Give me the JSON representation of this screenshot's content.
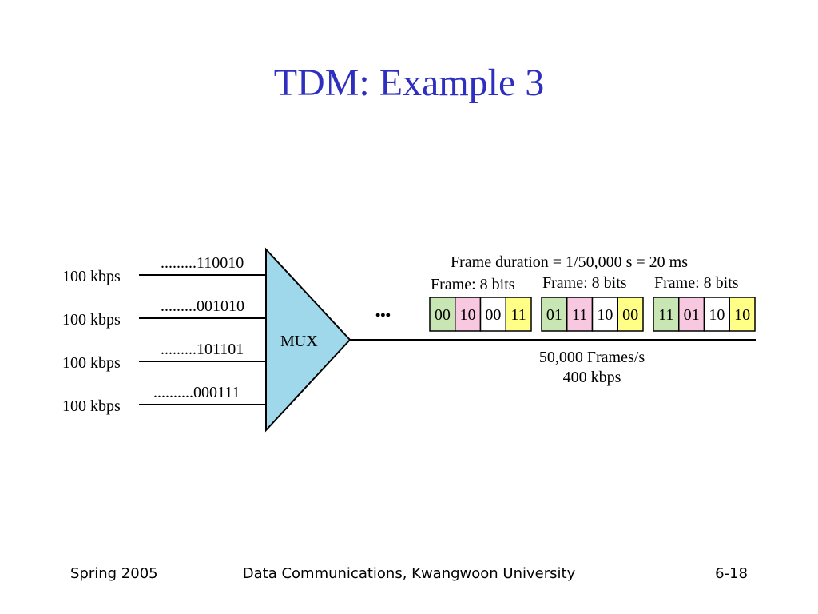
{
  "title": "TDM: Example 3",
  "inputs": [
    {
      "rate": "100 kbps",
      "bits": ".........110010"
    },
    {
      "rate": "100 kbps",
      "bits": ".........001010"
    },
    {
      "rate": "100 kbps",
      "bits": ".........101101"
    },
    {
      "rate": "100 kbps",
      "bits": "..........000111"
    }
  ],
  "mux_label": "MUX",
  "ellipsis": "•••",
  "frame_duration": "Frame duration = 1/50,000 s = 20 ms",
  "frames": [
    {
      "label": "Frame: 8 bits",
      "slots": [
        "00",
        "10",
        "00",
        "11"
      ]
    },
    {
      "label": "Frame: 8 bits",
      "slots": [
        "01",
        "11",
        "10",
        "00"
      ]
    },
    {
      "label": "Frame: 8 bits",
      "slots": [
        "11",
        "01",
        "10",
        "10"
      ]
    }
  ],
  "slot_colors": [
    "#c8e6b4",
    "#f7c8e0",
    "#ffffff",
    "#ffff88"
  ],
  "mux_color": "#9fd8ea",
  "output_rate_frames": "50,000 Frames/s",
  "output_rate_bits": "400 kbps",
  "footer": {
    "left": "Spring 2005",
    "center": "Data Communications, Kwangwoon University",
    "right": "6-18"
  }
}
